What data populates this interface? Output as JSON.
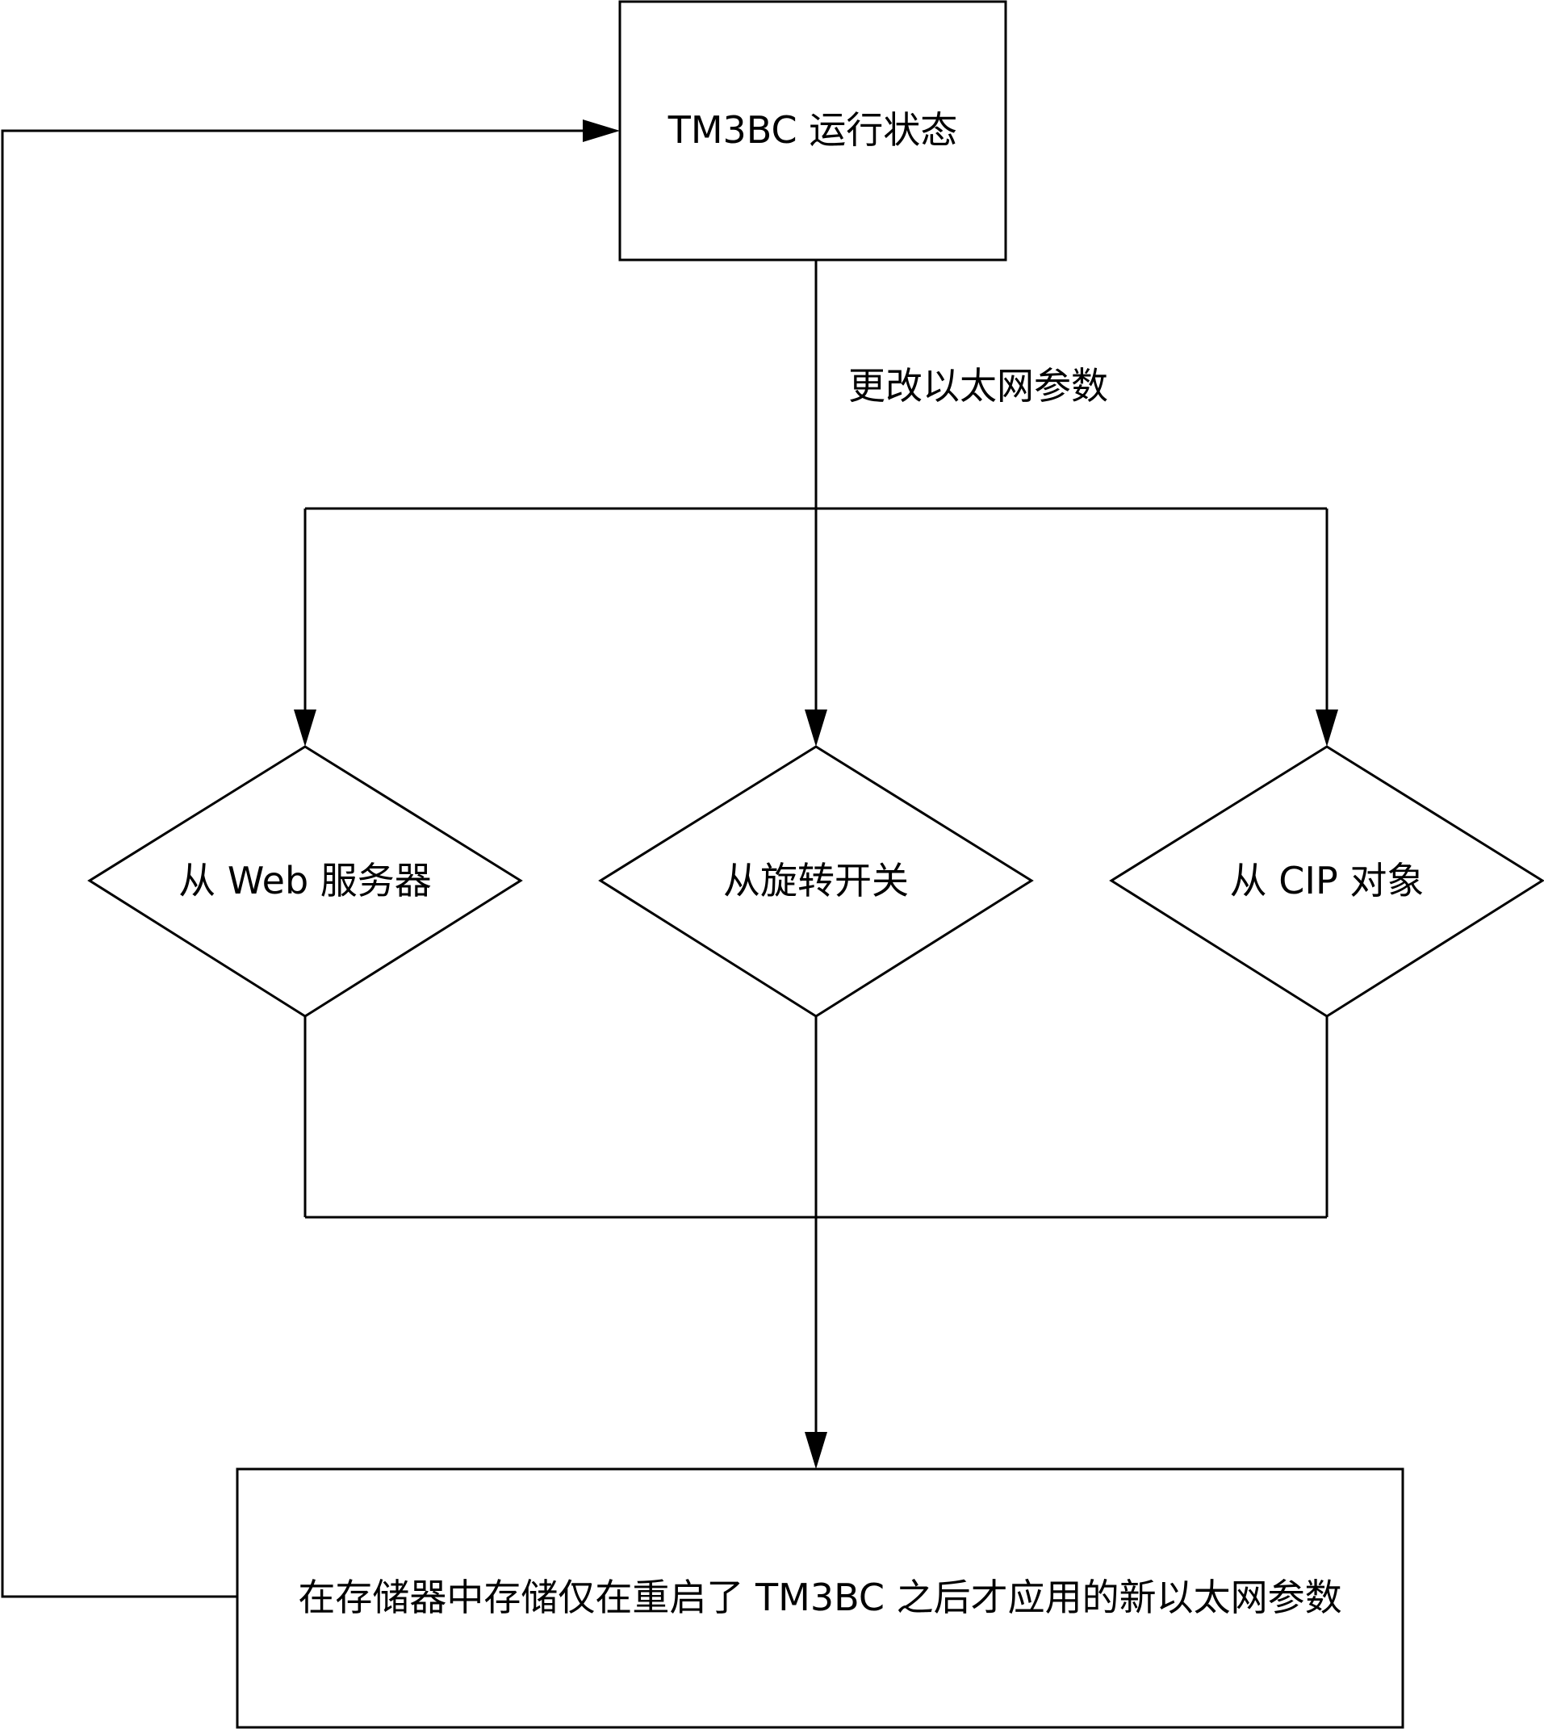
{
  "diagram": {
    "nodes": {
      "running_state": "TM3BC  运行状态",
      "from_web_server": "从  Web  服务器",
      "from_rotary_switch": "从旋转开关",
      "from_cip_object": "从  CIP  对象",
      "store_params": "在存储器中存储仅在重启了  TM3BC  之后才应用的新以太网参数"
    },
    "edge_labels": {
      "change_ethernet_params": "更改以太网参数"
    },
    "colors": {
      "stroke": "#000000",
      "background": "#ffffff"
    }
  }
}
